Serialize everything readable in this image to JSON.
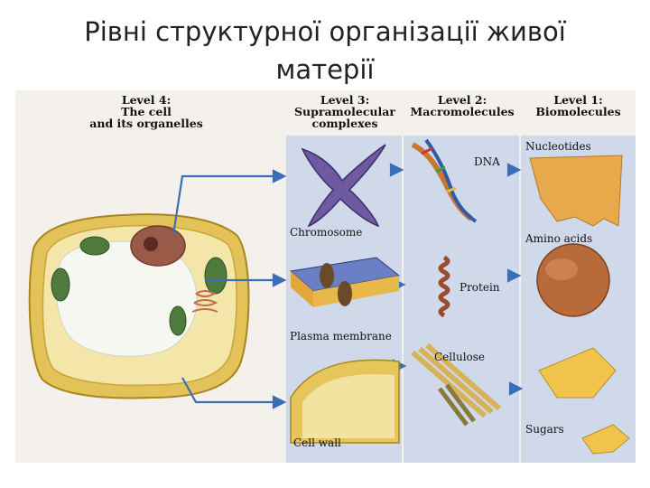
{
  "slide": {
    "title_line1": "Рівні структурної організації живої",
    "title_line2": "матерії"
  },
  "diagram": {
    "levels": [
      {
        "line1": "Level 4:",
        "line2": "The cell",
        "line3": "and its organelles"
      },
      {
        "line1": "Level 3:",
        "line2": "Supramolecular",
        "line3": "complexes"
      },
      {
        "line1": "Level 2:",
        "line2": "Macromolecules"
      },
      {
        "line1": "Level 1:",
        "line2": "Biomolecules"
      }
    ],
    "labels": {
      "chromosome": "Chromosome",
      "plasma_membrane": "Plasma membrane",
      "cell_wall": "Cell wall",
      "dna": "DNA",
      "protein": "Protein",
      "cellulose": "Cellulose",
      "nucleotides": "Nucleotides",
      "amino_acids": "Amino acids",
      "sugars": "Sugars"
    },
    "colors": {
      "panel_blue": "#cfd9ea",
      "arrow_blue": "#3a6fb8",
      "cell_wall_yellow": "#e6c55a",
      "bio_orange": "#e7a94a"
    }
  }
}
